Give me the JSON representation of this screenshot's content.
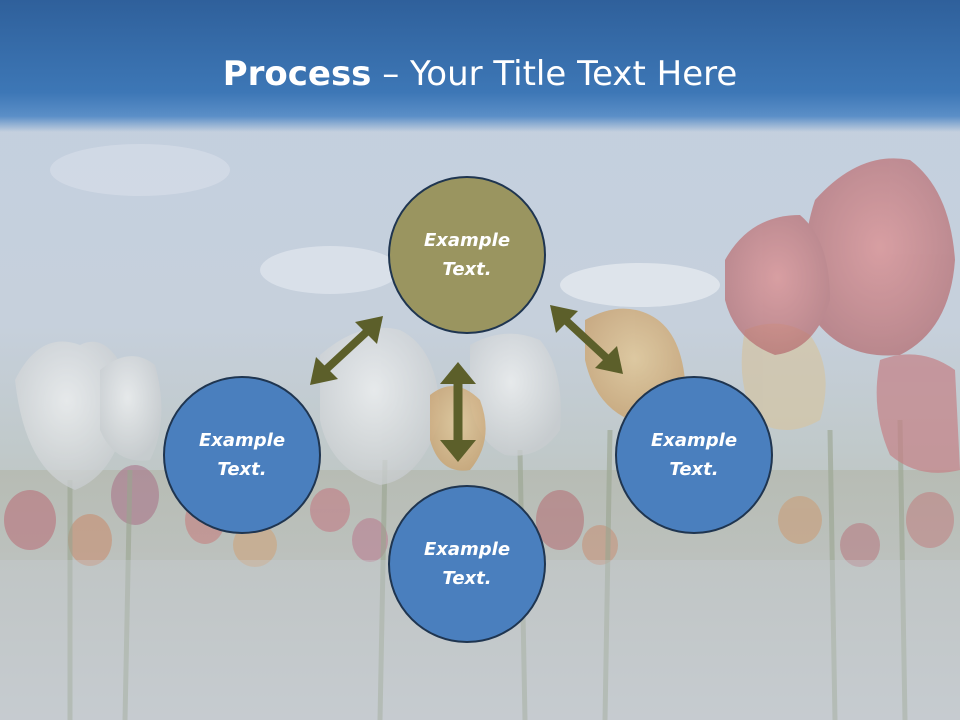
{
  "title": {
    "bold": "Process",
    "rest": " – Your Title Text Here"
  },
  "colors": {
    "header": "#3d77b6",
    "center_node": "#9a9560",
    "outer_node": "#4a7fbe",
    "arrow": "#5c5f2a",
    "node_border": "#1f3550"
  },
  "nodes": {
    "top": {
      "line1": "Example",
      "line2": "Text."
    },
    "left": {
      "line1": "Example",
      "line2": "Text."
    },
    "right": {
      "line1": "Example",
      "line2": "Text."
    },
    "bottom": {
      "line1": "Example",
      "line2": "Text."
    }
  }
}
